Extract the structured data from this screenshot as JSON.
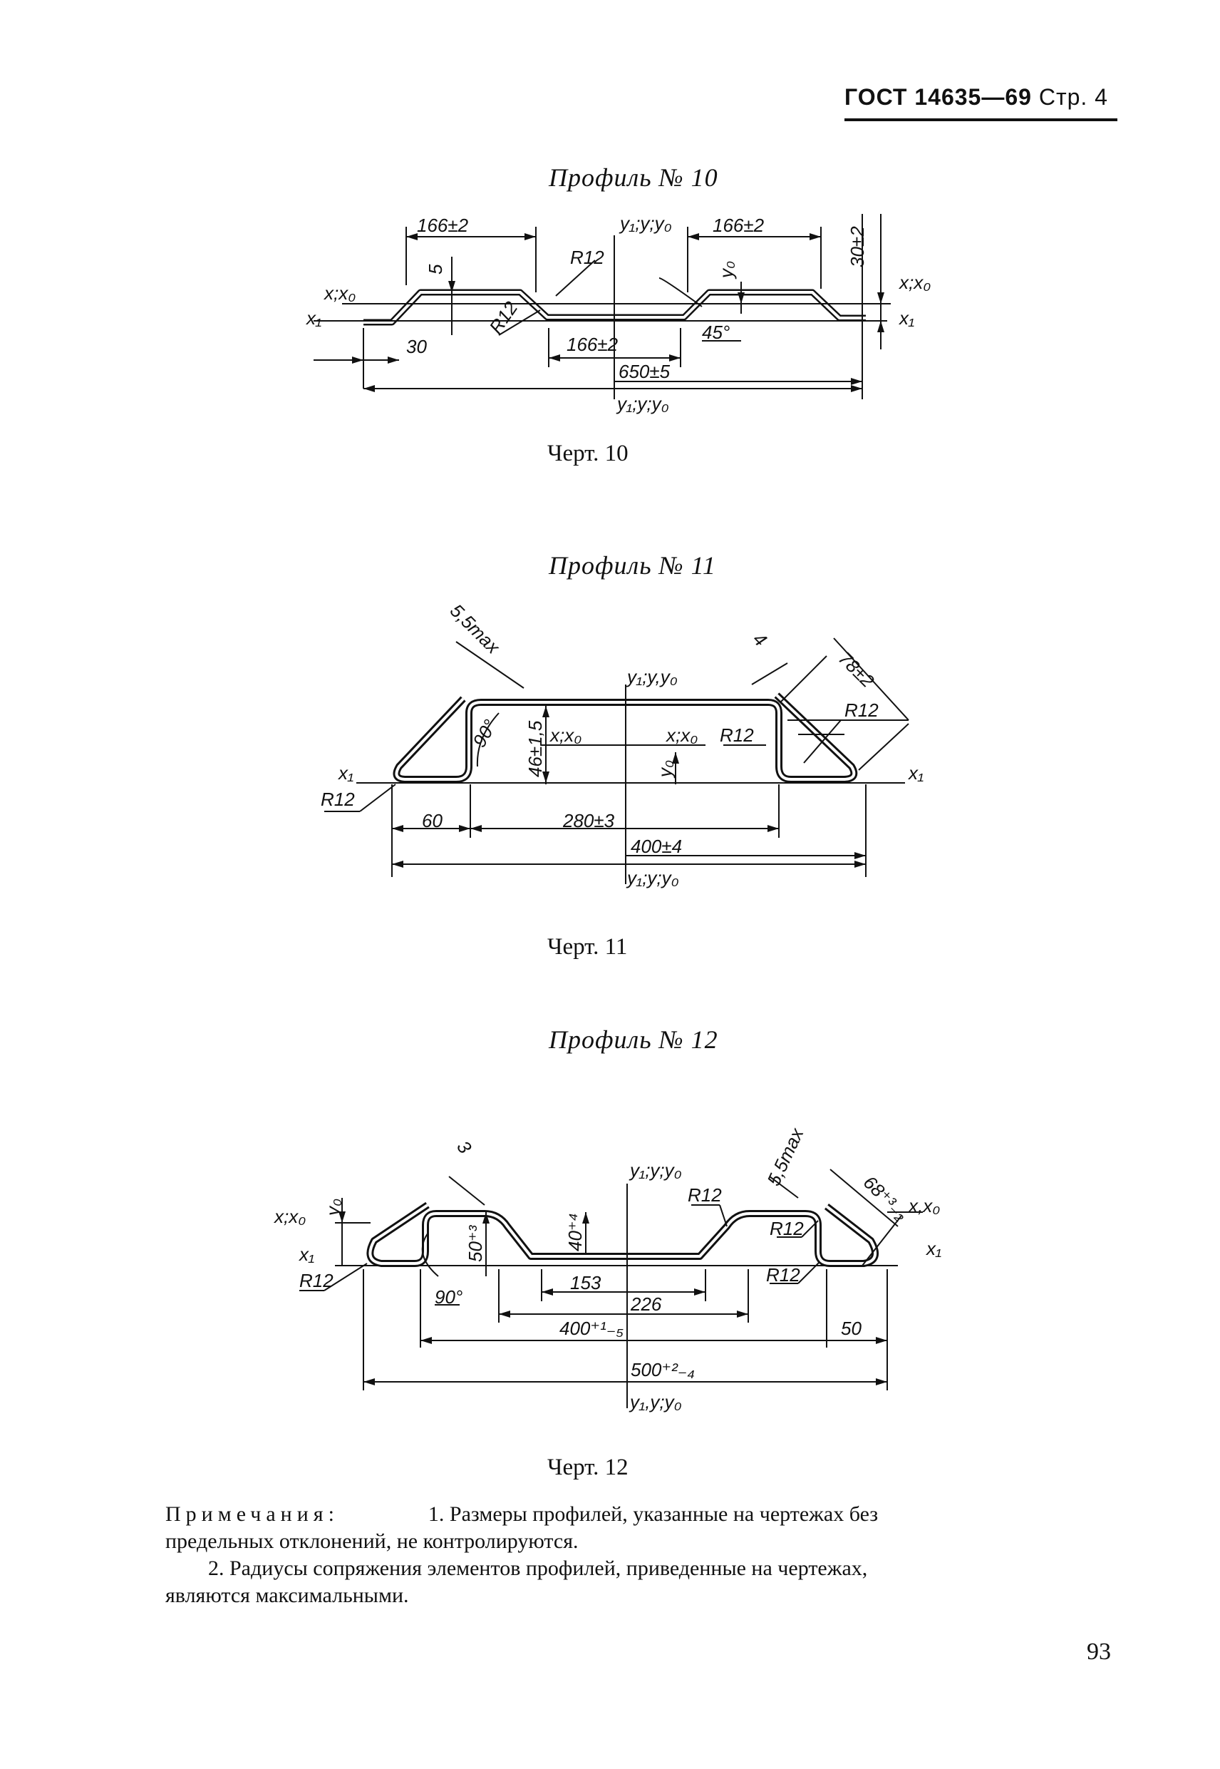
{
  "header": {
    "standard": "ГОСТ 14635—69",
    "page_label": "Стр. 4"
  },
  "profiles": [
    {
      "title": "Профиль № 10",
      "caption": "Черт. 10",
      "dims": {
        "top_left": "166±2",
        "top_right": "166±2",
        "middle": "166±2",
        "overall": "650±5",
        "height": "30±2",
        "thickness": "5",
        "edge": "30",
        "radius_a": "R12",
        "radius_b": "R12",
        "angle": "45°",
        "axis_top": "y₁;y;y₀",
        "axis_bottom": "y₁;y;y₀",
        "axis_x_left": "x;x₀",
        "axis_x1_left": "x₁",
        "axis_x_right": "x;x₀",
        "axis_x1_right": "x₁",
        "axis_y0": "y₀"
      }
    },
    {
      "title": "Профиль № 11",
      "caption": "Черт. 11",
      "dims": {
        "gap": "5,5max",
        "thickness": "4",
        "flange": "78±2",
        "radius_right": "R12",
        "radius_mid": "R12",
        "radius_left": "R12",
        "angle": "90°",
        "height": "46±1,5",
        "edge": "60",
        "middle": "280±3",
        "overall": "400±4",
        "axis_top": "y₁;y,y₀",
        "axis_bottom": "y₁;y;y₀",
        "axis_x_left": "x;x₀",
        "axis_x_mid": "x;x₀",
        "axis_x1_left": "x₁",
        "axis_x1_right": "x₁",
        "axis_y0": "y₀"
      }
    },
    {
      "title": "Профиль № 12",
      "caption": "Черт. 12",
      "dims": {
        "thickness": "3",
        "gap": "5,5max",
        "flange": "68⁺³₋₂",
        "height_outer": "50⁺³",
        "height_inner": "40⁺⁴",
        "angle": "90°",
        "bottom": "153",
        "inner_span": "226",
        "edge": "50",
        "span": "400⁺¹₋₅",
        "overall": "500⁺²₋₄",
        "radius_left": "R12",
        "radius_mid": "R12",
        "radius_right_a": "R12",
        "radius_right_b": "R12",
        "axis_top": "y₁;y;y₀",
        "axis_bottom": "y₁,y;y₀",
        "axis_x_left": "x;x₀",
        "axis_x1_left": "x₁",
        "axis_x_right": "x,x₀",
        "axis_x1_right": "x₁",
        "axis_y0": "y₀"
      }
    }
  ],
  "notes": {
    "heading": "Примечания:",
    "note1_start": "1. Размеры профилей, указанные на чертежах без",
    "note1_end": "предельных отклонений, не контролируются.",
    "note2_start": "2. Радиусы сопряжения элементов профилей, приведенные на чертежах,",
    "note2_end": "являются максимальными."
  },
  "page_number": "93"
}
